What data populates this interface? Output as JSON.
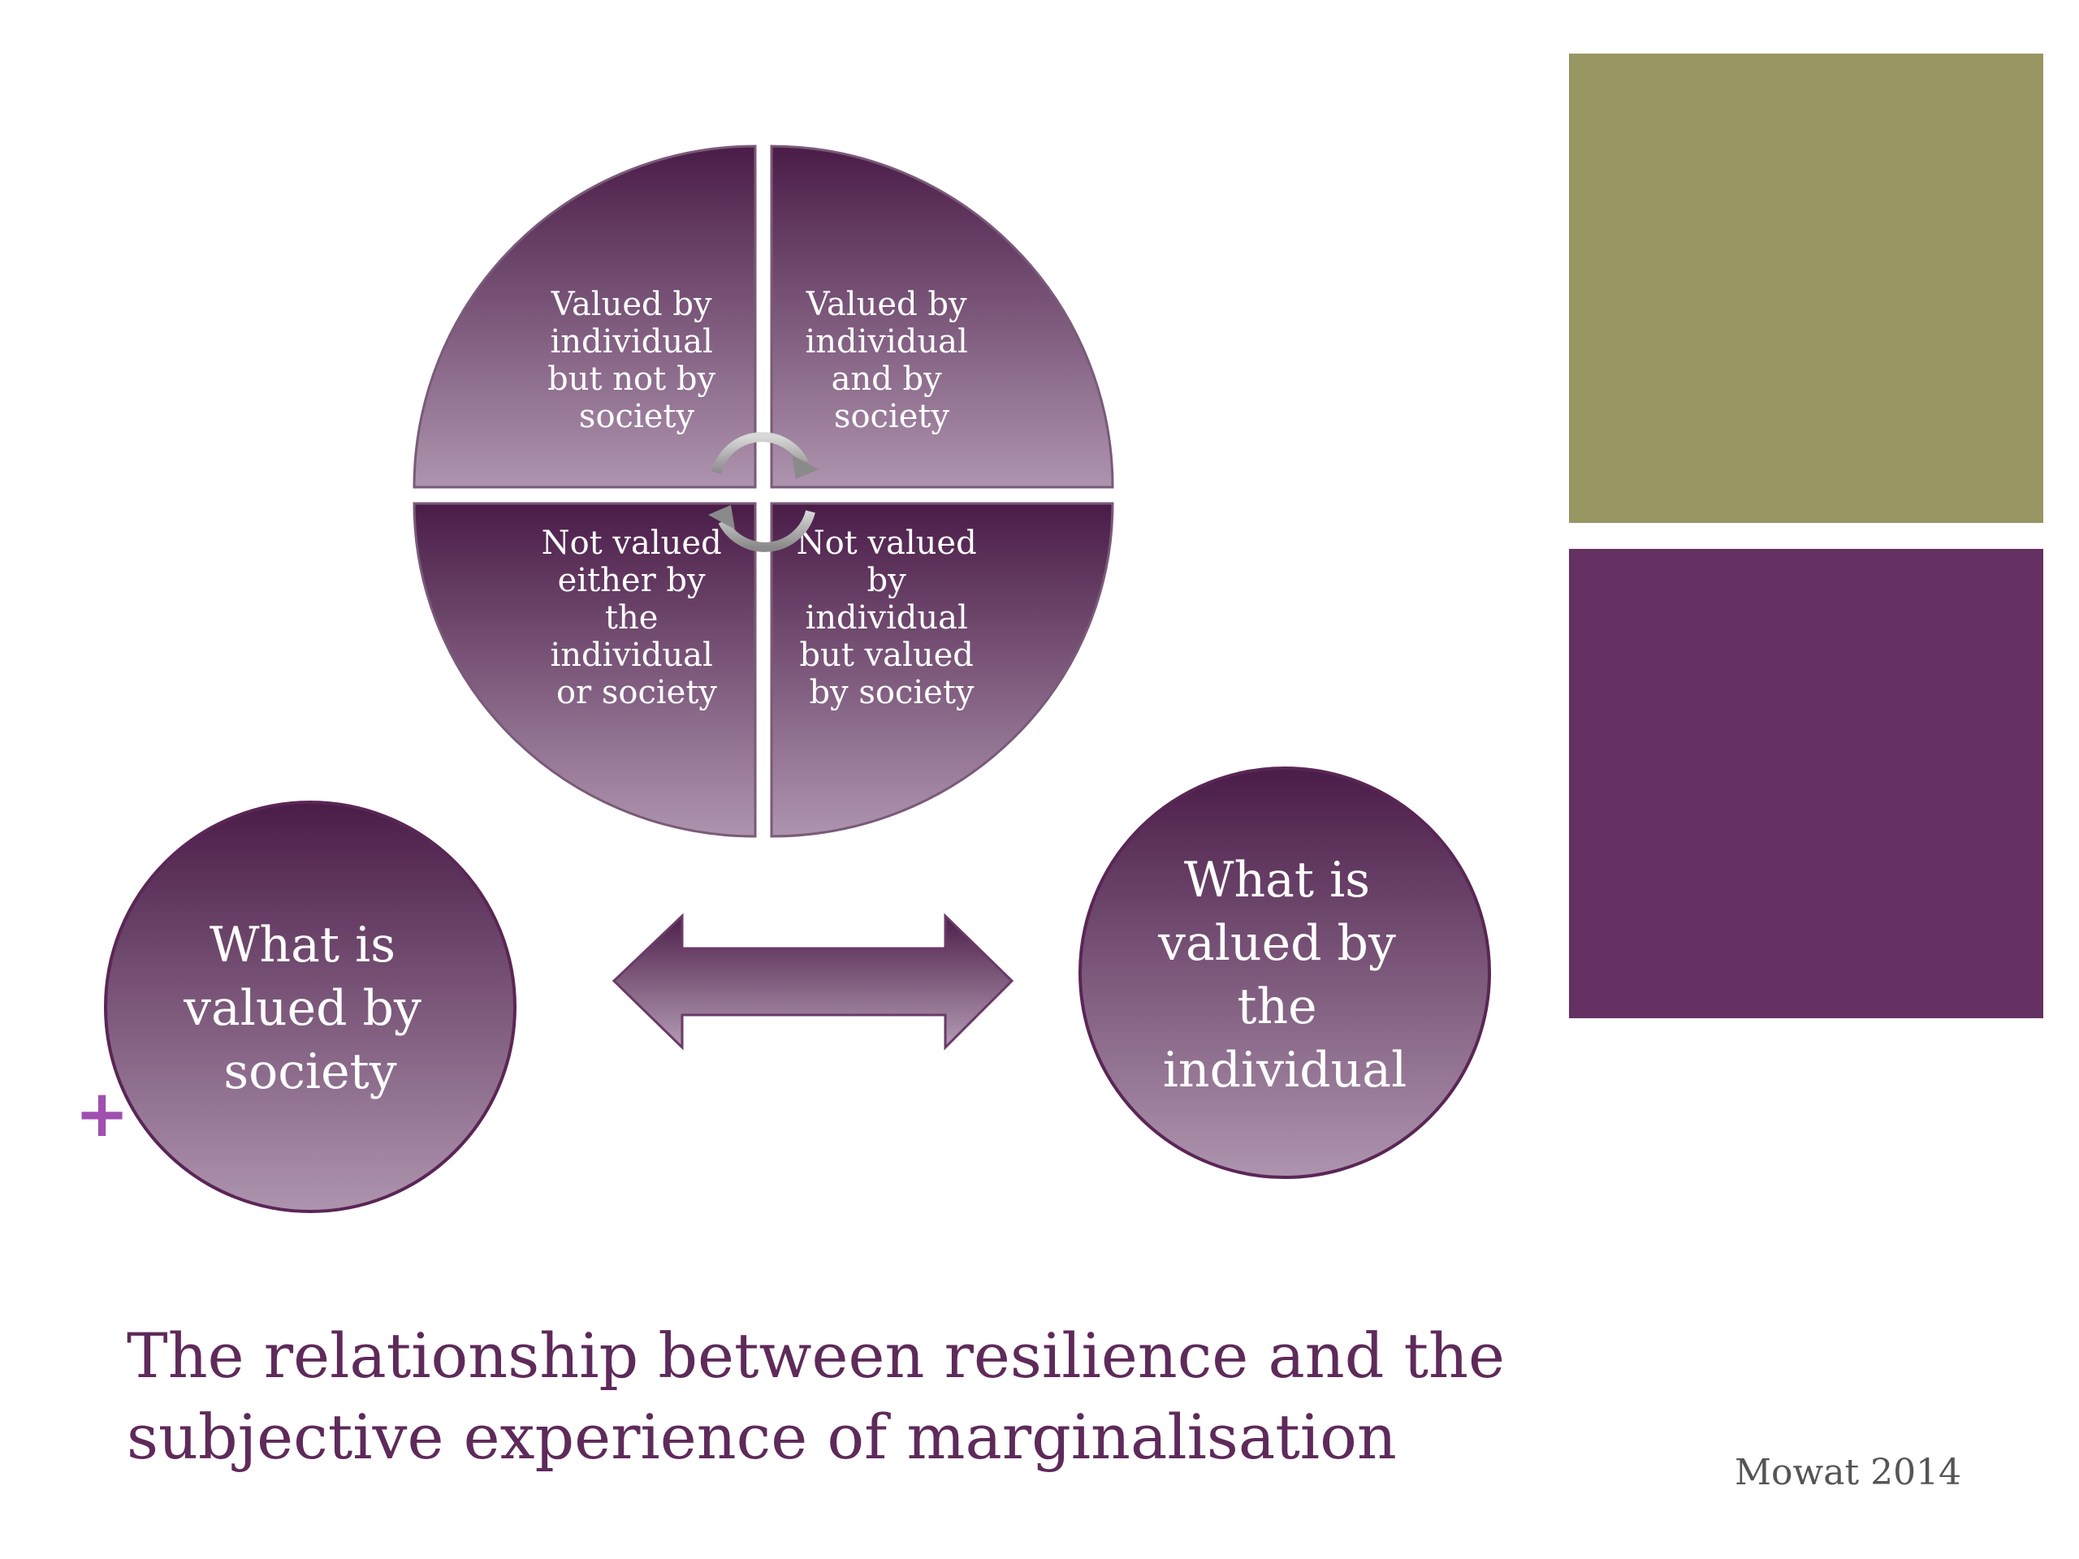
{
  "quadrants": {
    "top_left": [
      "Valued by",
      "individual",
      "but not by",
      "society"
    ],
    "top_right": [
      "Valued by",
      "individual",
      "and by",
      "society"
    ],
    "bottom_left": [
      "Not valued",
      "either by",
      "the",
      "individual",
      "or society"
    ],
    "bottom_right": [
      "Not valued",
      "by",
      "individual",
      "but valued",
      "by society"
    ]
  },
  "circles": {
    "society": [
      "What is",
      "valued by",
      "society"
    ],
    "individual": [
      "What is",
      "valued by",
      "the",
      "individual"
    ]
  },
  "title_lines": [
    "The relationship between resilience and the",
    "subjective experience of marginalisation"
  ],
  "credit": "Mowat 2014",
  "colors": {
    "olive": "#989663",
    "plum": "#653062",
    "dark_purple": "#4a1c48",
    "light_purple": "#a98ca8"
  }
}
